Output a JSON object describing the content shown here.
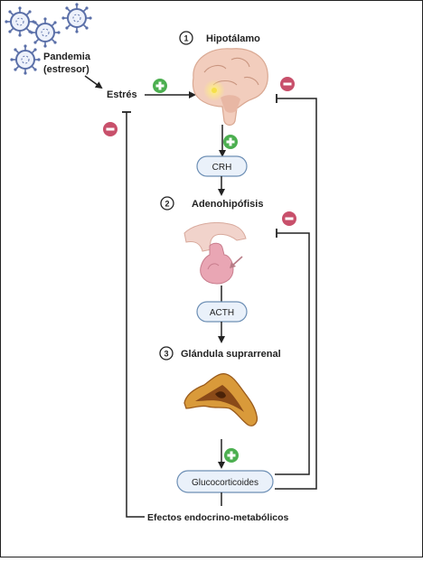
{
  "stressor": {
    "label_line1": "Pandemia",
    "label_line2": "(estresor)"
  },
  "stress": {
    "label": "Estrés"
  },
  "steps": [
    {
      "number": "1",
      "label": "Hipotálamo"
    },
    {
      "number": "2",
      "label": "Adenohipófisis"
    },
    {
      "number": "3",
      "label": "Glándula suprarrenal"
    }
  ],
  "hormones": {
    "crh": "CRH",
    "acth": "ACTH",
    "glucocorticoids": "Glucocorticoides"
  },
  "effects": {
    "label": "Efectos endocrino-metabólicos"
  },
  "signs": {
    "plus": "+",
    "minus": "−"
  },
  "colors": {
    "plus": "#4caf50",
    "minus": "#c8506b",
    "hormone_fill": "#eaf1fa",
    "hormone_stroke": "#6d8fb5",
    "virus": "#5a6fa8",
    "brain": "#f2cdbd",
    "hypothalamus_glow": "#f5e04a",
    "pituitary": "#e9a6b4",
    "adrenal": "#d99a3a"
  },
  "icons": [
    "virus-icon",
    "brain-icon",
    "pituitary-icon",
    "adrenal-gland-icon"
  ]
}
